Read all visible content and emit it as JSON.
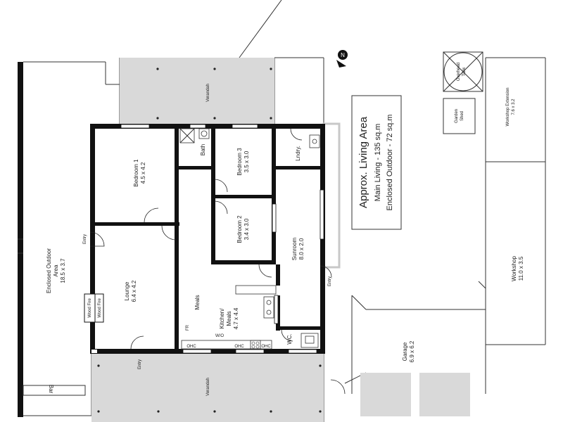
{
  "compass": {
    "letter": "N"
  },
  "summary": {
    "title": "Approx. Living Area",
    "main_living": "Main Living - 135 sq.m",
    "enclosed": "Enclosed Outdoor - 72 sq.m"
  },
  "rooms": {
    "bedroom1": {
      "name": "Bedroom 1",
      "size": "4.5 x 4.2"
    },
    "bath": {
      "name": "Bath"
    },
    "bedroom3": {
      "name": "Bedroom 3",
      "size": "3.5 x 3.0"
    },
    "bedroom2": {
      "name": "Bedroom 2",
      "size": "3.4 x 3.0"
    },
    "lndry": {
      "name": "Lndry."
    },
    "sunroom": {
      "name": "Sunroom",
      "size": "8.0 x 2.0"
    },
    "lounge": {
      "name": "Lounge",
      "size": "6.4 x 4.2"
    },
    "meals": {
      "name": "Meals"
    },
    "kitchen": {
      "line1": "Kitchen/",
      "line2": "Meals",
      "size": "4.7 x 4.4"
    },
    "wc": {
      "name": "WC."
    },
    "enclosed_outdoor": {
      "line1": "Enclosed Outdoor",
      "line2": "Area",
      "size": "18.5 x 3.7"
    },
    "verandah_top": {
      "name": "Verandah"
    },
    "verandah_bottom": {
      "name": "Verandah"
    },
    "garage": {
      "name": "Garage",
      "size": "6.9 x 6.2"
    },
    "workshop": {
      "name": "Workshop",
      "size": "11.0 x 3.5"
    },
    "workshop_ext": {
      "name": "Workshop Extension",
      "size": "7.6 x 3.2"
    },
    "garden_shed": {
      "line1": "Garden",
      "line2": "Shed"
    },
    "tank": {
      "line1": "Overhead",
      "line2": "Tank"
    }
  },
  "labels": {
    "entry_left": "Entry",
    "entry_bottom": "Entry",
    "entry_right": "Entry",
    "wood_fire_1": "Wood Fire",
    "wood_fire_2": "Wood Fire",
    "bar": "Bar",
    "fr": "FR",
    "ohc1": "OHC",
    "ohc2": "OHC",
    "ohc3": "OHC",
    "wo": "W/O"
  }
}
